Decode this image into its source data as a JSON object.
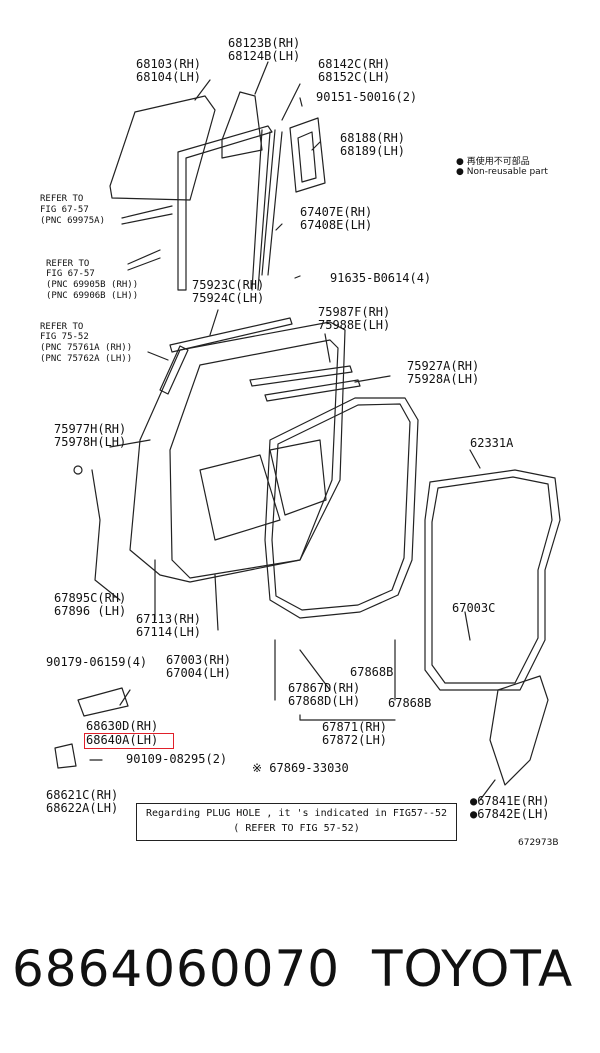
{
  "labels": {
    "p68123": "68123B(RH)",
    "p68124": "68124B(LH)",
    "p68103": "68103(RH)",
    "p68104": "68104(LH)",
    "p68142": "68142C(RH)",
    "p68152": "68152C(LH)",
    "p90151": "90151-50016(2)",
    "p68188": "68188(RH)",
    "p68189": "68189(LH)",
    "p67407": "67407E(RH)",
    "p67408": "67408E(LH)",
    "p91635": "91635-B0614(4)",
    "p75923": "75923C(RH)",
    "p75924": "75924C(LH)",
    "p75987": "75987F(RH)",
    "p75988": "75988E(LH)",
    "p75927": "75927A(RH)",
    "p75928": "75928A(LH)",
    "p75977": "75977H(RH)",
    "p75978": "75978H(LH)",
    "p62331": "62331A",
    "p67003c": "67003C",
    "p67895": "67895C(RH)",
    "p67896": "67896 (LH)",
    "p67113": "67113(RH)",
    "p67114": "67114(LH)",
    "p67003": "67003(RH)",
    "p67004": "67004(LH)",
    "p90179": "90179-06159(4)",
    "p67868b1": "67868B",
    "p67867": "67867D(RH)",
    "p67868d": "67868D(LH)",
    "p67868b2": "67868B",
    "p68630": "68630D(RH)",
    "p68640": "68640A(LH)",
    "p67871": "67871(RH)",
    "p67872": "67872(LH)",
    "p90109": "90109-08295(2)",
    "p67869": "※ 67869-33030",
    "p68621": "68621C(RH)",
    "p68622": "68622A(LH)",
    "p67841": "●67841E(RH)",
    "p67842": "●67842E(LH)"
  },
  "refer1": {
    "l1": "REFER TO",
    "l2": "FIG 67-57",
    "l3": "(PNC 69975A)"
  },
  "refer2": {
    "l1": "REFER TO",
    "l2": "FIG 67-57",
    "l3": "(PNC 69905B (RH))",
    "l4": "(PNC 69906B (LH))"
  },
  "refer3": {
    "l1": "REFER TO",
    "l2": "FIG 75-52",
    "l3": "(PNC 75761A (RH))",
    "l4": "(PNC 75762A (LH))"
  },
  "legend": {
    "jp": "● 再使用不可部品",
    "en": "● Non-reusable part"
  },
  "note": {
    "line1": "Regarding PLUG HOLE , it 's indicated in FIG57--52",
    "line2": "( REFER TO FIG 57-52)"
  },
  "fig_number": "672973B",
  "footer": {
    "part_number": "6864060070",
    "brand": "TOYOTA"
  },
  "colors": {
    "highlight": "#e0202a",
    "ink": "#111111"
  }
}
